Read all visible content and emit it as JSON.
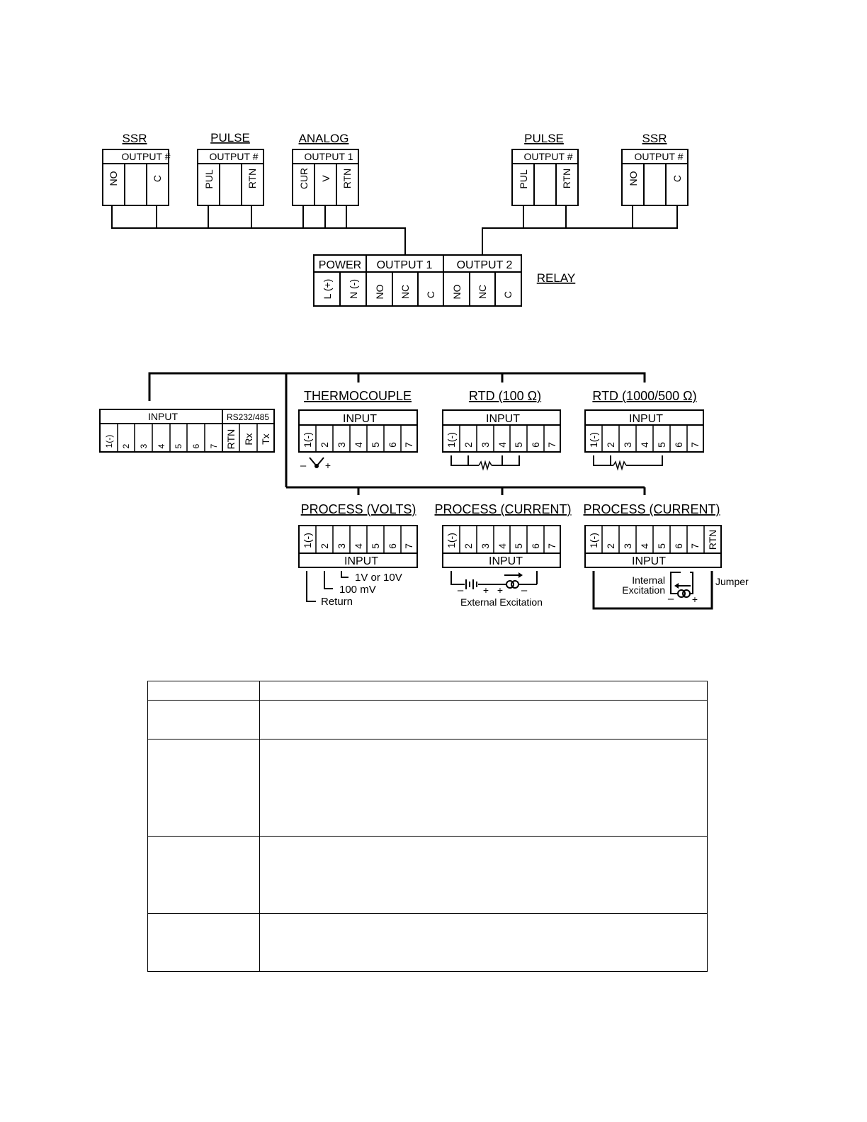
{
  "output_wiring": {
    "left": {
      "ssr": {
        "heading": "SSR",
        "box": "OUTPUT #",
        "terminals": [
          "NO",
          "C"
        ]
      },
      "pulse": {
        "heading": "PULSE",
        "box": "OUTPUT #",
        "terminals": [
          "PUL",
          "RTN"
        ]
      },
      "analog": {
        "heading": "ANALOG",
        "box": "OUTPUT 1",
        "terminals": [
          "CUR",
          "V",
          "RTN"
        ]
      }
    },
    "right": {
      "pulse": {
        "heading": "PULSE",
        "box": "OUTPUT #",
        "terminals": [
          "PUL",
          "RTN"
        ]
      },
      "ssr": {
        "heading": "SSR",
        "box": "OUTPUT #",
        "terminals": [
          "NO",
          "C"
        ]
      }
    },
    "relay_block": {
      "power": "POWER",
      "output1": "OUTPUT 1",
      "output2": "OUTPUT 2",
      "relay_label": "RELAY",
      "terminals": [
        "L (+)",
        "N (-)",
        "NO",
        "NC",
        "C",
        "NO",
        "NC",
        "C"
      ]
    }
  },
  "input_wiring": {
    "main_block": {
      "input": "INPUT",
      "comm": "RS232/485",
      "terminals": [
        "1(-)",
        "2",
        "3",
        "4",
        "5",
        "6",
        "7",
        "RTN",
        "Rx",
        "Tx"
      ]
    },
    "thermocouple": {
      "heading": "THERMOCOUPLE",
      "box": "INPUT",
      "terminals": [
        "1(-)",
        "2",
        "3",
        "4",
        "5",
        "6",
        "7"
      ],
      "minus": "–",
      "plus": "+"
    },
    "rtd100": {
      "heading": "RTD (100 Ω)",
      "box": "INPUT",
      "terminals": [
        "1(-)",
        "2",
        "3",
        "4",
        "5",
        "6",
        "7"
      ]
    },
    "rtd1000": {
      "heading": "RTD (1000/500 Ω)",
      "box": "INPUT",
      "terminals": [
        "1(-)",
        "2",
        "3",
        "4",
        "5",
        "6",
        "7"
      ]
    },
    "process_volts": {
      "heading": "PROCESS (VOLTS)",
      "box": "INPUT",
      "terminals": [
        "1(-)",
        "2",
        "3",
        "4",
        "5",
        "6",
        "7"
      ],
      "note_1v": "1V or 10V",
      "note_100mv": "100 mV",
      "note_return": "Return"
    },
    "process_current_ext": {
      "heading": "PROCESS (CURRENT)",
      "box": "INPUT",
      "terminals": [
        "1(-)",
        "2",
        "3",
        "4",
        "5",
        "6",
        "7"
      ],
      "note": "External Excitation",
      "minus": "–",
      "plus": "+"
    },
    "process_current_int": {
      "heading": "PROCESS (CURRENT)",
      "box": "INPUT",
      "terminals": [
        "1(-)",
        "2",
        "3",
        "4",
        "5",
        "6",
        "7",
        "RTN"
      ],
      "internal": "Internal",
      "excitation": "Excitation",
      "jumper": "Jumper",
      "minus": "–",
      "plus": "+"
    }
  },
  "table": {
    "rows": [
      [
        "",
        ""
      ],
      [
        "",
        ""
      ],
      [
        "",
        ""
      ],
      [
        "",
        ""
      ],
      [
        "",
        ""
      ]
    ]
  }
}
